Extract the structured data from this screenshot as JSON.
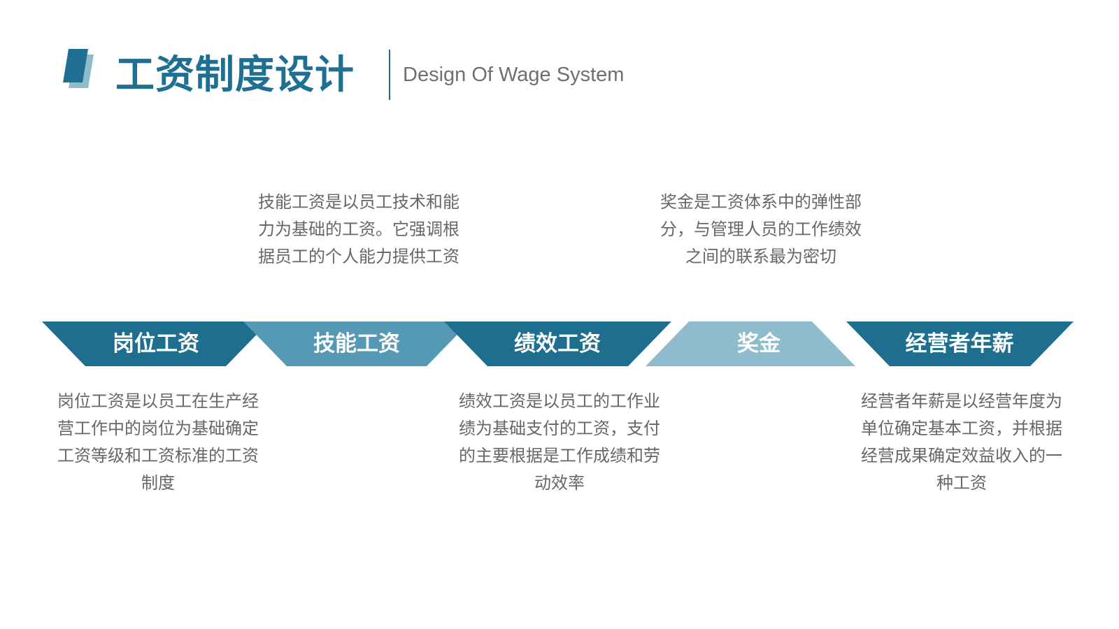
{
  "header": {
    "title": "工资制度设计",
    "subtitle": "Design Of Wage System"
  },
  "colors": {
    "dark_teal": "#1d6e8f",
    "mid_teal": "#5699b5",
    "light_teal": "#8fbccd",
    "title": "#1f6f92",
    "text": "#676767"
  },
  "items": [
    {
      "label": "岗位工资",
      "desc": "岗位工资是以员工在生产经营工作中的岗位为基础确定工资等级和工资标准的工资制度"
    },
    {
      "label": "技能工资",
      "desc": "技能工资是以员工技术和能力为基础的工资。它强调根据员工的个人能力提供工资"
    },
    {
      "label": "绩效工资",
      "desc": "绩效工资是以员工的工作业绩为基础支付的工资，支付的主要根据是工作成绩和劳动效率"
    },
    {
      "label": "奖金",
      "desc": "奖金是工资体系中的弹性部分，与管理人员的工作绩效之间的联系最为密切"
    },
    {
      "label": "经营者年薪",
      "desc": "经营者年薪是以经营年度为单位确定基本工资，并根据经营成果确定效益收入的一种工资"
    }
  ]
}
